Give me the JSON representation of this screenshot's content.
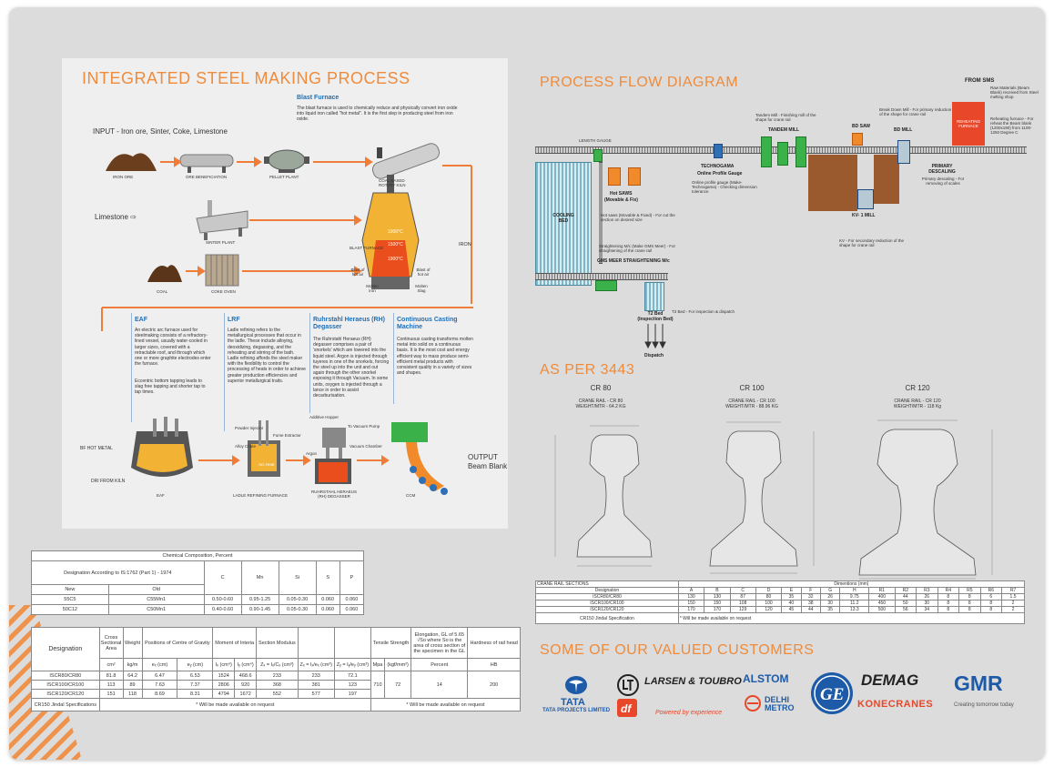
{
  "steel_panel": {
    "title": "INTEGRATED STEEL MAKING PROCESS",
    "input_label": "INPUT - Iron ore, Sinter, Coke, Limestone",
    "limestone_label": "Limestone ⇨",
    "blast_furnace": {
      "title": "Blast Furnace",
      "text": "The blast furnace is used to chemically reduce and physically convert iron oxide into liquid iron called \"hot metal\". It is the first step in producing steel from iron oxide."
    },
    "units": {
      "iron_ore": "IRON ORE",
      "ore_benef": "ORE BENEFICIATION",
      "pellet": "PELLET PLANT",
      "kiln": "COAL BASED ROTARY KILN",
      "sinter": "SINTER PLANT",
      "blast_furnace": "BLAST FURNACE",
      "coal": "COAL",
      "coke_oven": "COKE OVEN",
      "iron": "IRON",
      "t1": "1000°C",
      "t2": "1500°C",
      "t3": "1900°C",
      "hot_air_l": "Blast of hot air",
      "hot_air_r": "Blast of hot air",
      "molten_iron": "Molten iron",
      "molten_slag": "Molten Slag"
    },
    "eaf": {
      "title": "EAF",
      "text": "An electric arc furnace used for steelmaking consists of a refractory-lined vessel, usually water-cooled in larger sizes, covered with a retractable roof, and through which one or more graphite electrodes enter the furnace.",
      "text2": "Eccentric bottom tapping leads to slag free tapping and shorter tap to tap times."
    },
    "lrf": {
      "title": "LRF",
      "text": "Ladle refining refers to the metallurgical processes that occur in the ladle. These include alloying, deoxidizing, degassing, and the reheating and stirring of the bath. Ladle refining affords the steel maker with the flexibility to control the processing of heats in order to achieve greater production efficiencies and superior metallurgical traits."
    },
    "rh": {
      "title": "Ruhrstahl Heraeus (RH) Degasser",
      "text": "The Ruhrstahl Heraeus (RH) degasser comprises a pair of 'snorkels' which are lowered into the liquid steel. Argon is injected through tuyeres in one of the snorkels, forcing the steel up into the unit and out again through the other snorkel exposing it through Vacuum. In some units, oxygen is injected through a lance in order to assist decarburisation."
    },
    "ccm": {
      "title": "Continuous Casting Machine",
      "text": "Continuous casting transforms molten metal into solid on a continuous basis. It is the most cost and energy efficient way to mass produce semi-efficient metal products with consistent quality in a variety of sizes and shapes."
    },
    "bottom": {
      "bf_hot_metal": "BF HOT METAL",
      "dri": "DRI FROM KILN",
      "eaf": "EAF",
      "lrf": "LADLE REFINING FURNACE",
      "rh": "RUHRSTAHL HERAEUS (RH) DEGASSER",
      "ccm": "CCM",
      "output": "OUTPUT",
      "beam_blank": "Beam Blank",
      "powder_injector": "Powder Injector",
      "alloy_chute": "Alloy Chute",
      "fume_extractor": "Fume Extractor",
      "arc_heat": "Arc Heat",
      "additive_hopper": "Additive Hopper",
      "vacuum_pump": "To Vacuum Pump",
      "vacuum_chamber": "Vacuum Chamber",
      "argon": "Argon"
    }
  },
  "pfd": {
    "title": "PROCESS FLOW DIAGRAM",
    "from_sms": "FROM SMS",
    "raw_materials": "Raw Materials (Beam Blank) received from Steel melting shop",
    "reheating_furnace": "REHEATING FURNACE",
    "reheating_text": "Reheating furnace - For reheat the Beam blank (1200x190) from 1100-1250 Degree C",
    "tandem_text": "Tandem Mill - Finishing mill of the shape for crane rail",
    "tandem_mill": "TANDEM MILL",
    "bd_saw": "BD SAW",
    "bd_mill": "BD MILL",
    "bd_text": "Break Down Mill - For primary reduction of the shape for crane rail",
    "primary_descaling": "PRIMARY DESCALING",
    "descaling_text": "Primary descaling - For removing of scales",
    "length_gauge": "LENGTH GAUGE",
    "technogama": "TECHNOGAMA",
    "online_profile": "Online Profile Gauge",
    "profile_text": "Online profile gauge (Make- Technogama) - Checking dimension tolerance",
    "hot_saws": "Hot SAWS",
    "movable_fix": "(Movable & Fix)",
    "hot_saws_text": "Hot saws (Movable & Fixed) - For cut the section on desired size",
    "kv_mill": "KV- 1 MILL",
    "kv_text": "KV - For secondary reduction of the shape for crane rail",
    "cooling_bed": "COOLING BED",
    "straightening_text": "Straightening M/c (Make GMS Meer) - For straightening of the crane rail",
    "gms_meer": "GMS MEER STRAIGHTENING M/c",
    "t2_bed": "T2 Bed (Inspection Bed)",
    "t2_text": "T2 Bed - For inspection & dispatch",
    "dispatch": "Dispatch"
  },
  "as_per": {
    "title": "AS PER 3443",
    "rails": [
      {
        "name": "CR 80",
        "sub1": "CRANE RAIL - CR 80",
        "sub2": "WEIGHT/MTR - 64.2 KG"
      },
      {
        "name": "CR 100",
        "sub1": "CRANE RAIL - CR 100",
        "sub2": "WEIGHT/MTR - 88.96 KG"
      },
      {
        "name": "CR 120",
        "sub1": "CRANE RAIL - CR 120",
        "sub2": "WEIGHT/MTR - 118 Kg"
      }
    ]
  },
  "chem_table": {
    "caption": "Chemical Composition, Percent",
    "designation": "Designation According to IS:1762 (Part 1) - 1974",
    "new": "New",
    "old": "Old",
    "cols": [
      "C",
      "Mn",
      "Si",
      "S",
      "P"
    ],
    "rows": [
      [
        "55C5",
        "C55Mn1",
        "0.50-0.60",
        "0.95-1.25",
        "0.05-0.30",
        "0.060",
        "0.060"
      ],
      [
        "50C12",
        "C50Mn1",
        "0.40-0.60",
        "0.90-1.45",
        "0.05-0.30",
        "0.060",
        "0.060"
      ]
    ]
  },
  "prop_table": {
    "designation": "Designation",
    "cross": "Cross Sectional Area",
    "weight": "Weight",
    "centre": "Positions of Centre of Gravity",
    "inertia": "Moment of Interia",
    "modulus": "Section Modulus",
    "tensile": "Tensile Strength",
    "elong": "Elongation, GL of 5.65 √So where So is the area of cross section of the specimen in the GL",
    "hardness": "Hardness of rail head",
    "units": [
      "cm²",
      "kg/m",
      "eₓ (cm)",
      "eᵧ (cm)",
      "Iₓ (cm⁴)",
      "Iᵧ (cm⁴)",
      "Zₓ = Iₓ/Cₓ (cm³)",
      "Zₓ = Iₓ/eₓ (cm³)",
      "Zᵧ = Iᵧ/eᵧ (cm³)",
      "Mpa",
      "(kgf/mm²)",
      "Percent",
      "HB"
    ],
    "rows": [
      [
        "ISCR80/CR80",
        "81.8",
        "64.2",
        "6.47",
        "6.53",
        "1524",
        "468.6",
        "233",
        "233",
        "72.1"
      ],
      [
        "ISCR100/CR100",
        "113",
        "89",
        "7.63",
        "7.37",
        "2806",
        "920",
        "368",
        "381",
        "123"
      ],
      [
        "ISCR120/CR120",
        "151",
        "118",
        "8.69",
        "8.31",
        "4794",
        "1672",
        "552",
        "577",
        "197"
      ]
    ],
    "tensile_val": "710",
    "kgf_val": "72",
    "elong_val": "14",
    "hb_val": "200",
    "cr150": "CR150 Jindal Specifications",
    "note": "* Will be made available on request"
  },
  "rail_table": {
    "caption": "CRANE RAIL SECTIONS",
    "dim_caption": "Dimentions (mm)",
    "header": [
      "Designation",
      "A",
      "B",
      "C",
      "D",
      "E",
      "F",
      "G",
      "H",
      "R1",
      "R2",
      "R3",
      "R4",
      "R5",
      "R6",
      "R7"
    ],
    "rows": [
      [
        "ISCR80/CR80",
        "130",
        "130",
        "87",
        "80",
        "35",
        "32",
        "26",
        "9.75",
        "400",
        "44",
        "26",
        "8",
        "8",
        "6",
        "1.5"
      ],
      [
        "ISCR100/CR100",
        "150",
        "150",
        "108",
        "100",
        "40",
        "38",
        "30",
        "11.2",
        "450",
        "50",
        "30",
        "8",
        "8",
        "8",
        "2"
      ],
      [
        "ISCR120/CR120",
        "170",
        "170",
        "129",
        "120",
        "45",
        "44",
        "35",
        "13.3",
        "500",
        "56",
        "34",
        "8",
        "8",
        "8",
        "2"
      ]
    ],
    "cr150": "CR150 Jindal Specification",
    "note": "* Will be made available on request"
  },
  "customers": {
    "title": "SOME OF OUR VALUED CUSTOMERS",
    "tata": "TATA",
    "tata_projects": "TATA PROJECTS LIMITED",
    "lt": "LARSEN & TOUBRO",
    "lt_tag": "Powered by experience",
    "alstom": "ALSTOM",
    "delhi": "DELHI",
    "metro": "METRO",
    "ge": "GE",
    "demag": "DEMAG",
    "konecranes": "KONECRANES",
    "gmr": "GMR",
    "gmr_tag": "Creating tomorrow today"
  },
  "colors": {
    "accent": "#ef8b3b",
    "blue_title": "#1d6fb8",
    "panel_bg": "#efefef",
    "page_bg": "#dcdcdc"
  }
}
